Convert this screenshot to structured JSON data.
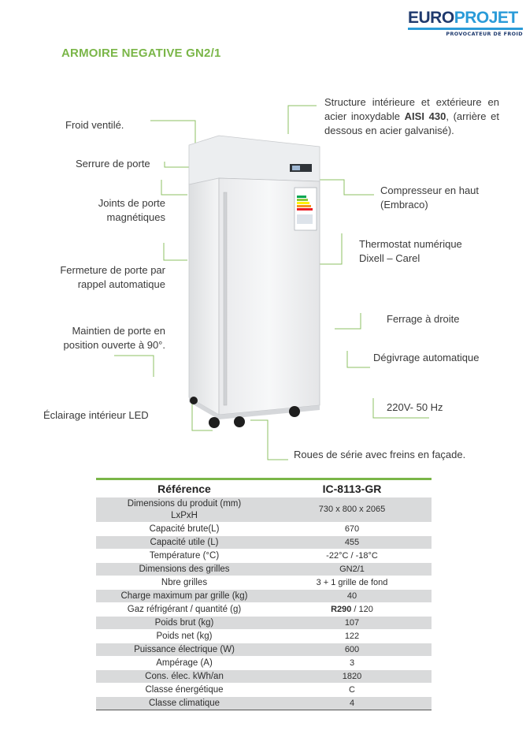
{
  "logo": {
    "euro": "EURO",
    "projet": "PROJET",
    "tagline": "PROVOCATEUR DE FROID"
  },
  "title": "ARMOIRE NEGATIVE GN2/1",
  "features_left": {
    "froid": "Froid ventilé.",
    "serrure": "Serrure de porte",
    "joints_1": "Joints de porte",
    "joints_2": "magnétiques",
    "fermeture_1": "Fermeture de porte par",
    "fermeture_2": "rappel automatique",
    "maintien_1": "Maintien de porte en",
    "maintien_2": "position ouverte à 90°.",
    "eclairage": "Éclairage intérieur LED"
  },
  "features_right": {
    "structure_a": "Structure intérieure et extérieure en acier inoxydable ",
    "structure_bold": "AISI 430",
    "structure_b": ", (arrière et dessous en acier galvanisé).",
    "compresseur_1": "Compresseur en haut",
    "compresseur_2": "(Embraco)",
    "thermostat_1": "Thermostat numérique",
    "thermostat_2": "Dixell – Carel",
    "ferrage": "Ferrage à droite",
    "degivrage": "Dégivrage automatique",
    "tension": "220V- 50 Hz",
    "roues": "Roues de série avec freins en façade."
  },
  "table": {
    "header_left": "Référence",
    "header_right": "IC-8113-GR",
    "rows": [
      {
        "label": "Dimensions du produit (mm)",
        "label2": "LxPxH",
        "value": "730 x 800 x 2065"
      },
      {
        "label": "Capacité brute(L)",
        "value": "670"
      },
      {
        "label": "Capacité utile (L)",
        "value": "455"
      },
      {
        "label": "Température (°C)",
        "value": "-22°C / -18°C"
      },
      {
        "label": "Dimensions  des grilles",
        "value": "GN2/1"
      },
      {
        "label": "Nbre grilles",
        "value": "3 + 1 grille de fond"
      },
      {
        "label": "Charge maximum par grille (kg)",
        "value": "40"
      },
      {
        "label": "Gaz réfrigérant / quantité (g)",
        "value_bold": "R290",
        "value": " / 120"
      },
      {
        "label": "Poids brut (kg)",
        "value": "107"
      },
      {
        "label": "Poids net (kg)",
        "value": "122"
      },
      {
        "label": "Puissance électrique (W)",
        "value": "600"
      },
      {
        "label": "Ampérage (A)",
        "value": "3"
      },
      {
        "label": "Cons. élec. kWh/an",
        "value": "1820"
      },
      {
        "label": "Classe énergétique",
        "value": "C"
      },
      {
        "label": "Classe climatique",
        "value": "4"
      }
    ]
  },
  "colors": {
    "accent_green": "#7ab648",
    "logo_navy": "#1f3a6e",
    "logo_blue": "#2a9bd8",
    "row_gray": "#d9dadb"
  }
}
